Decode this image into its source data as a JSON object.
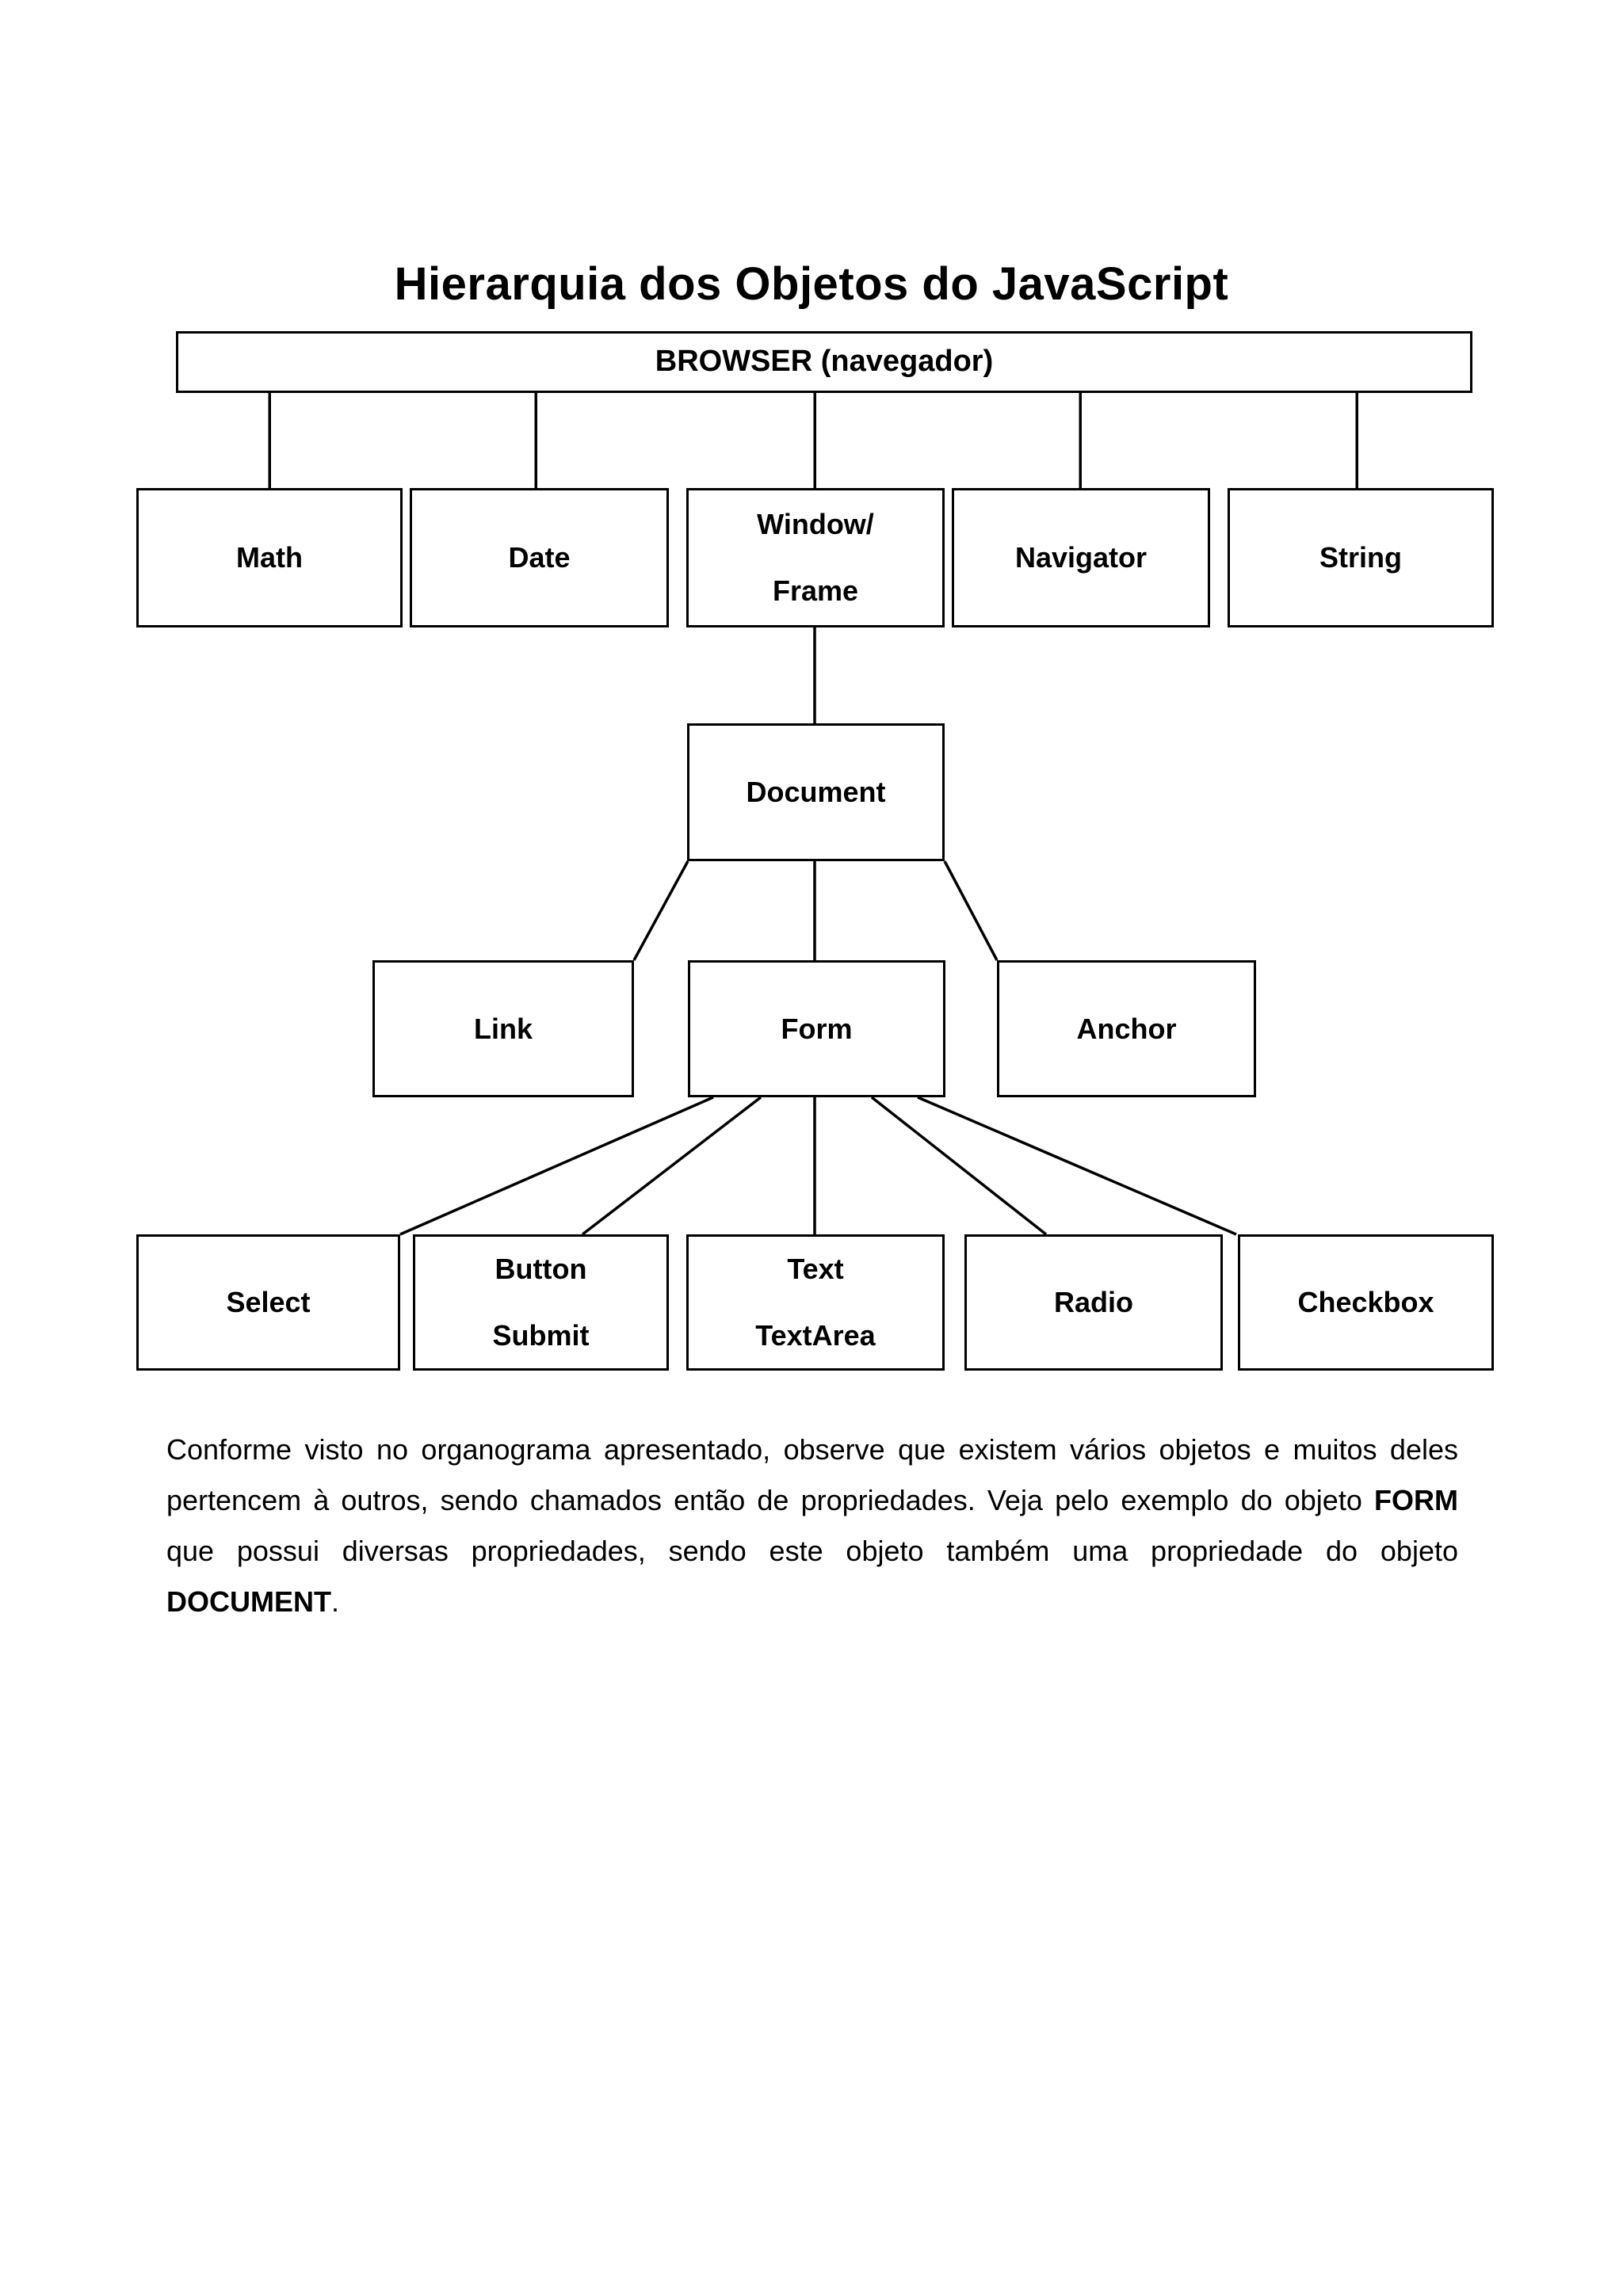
{
  "document": {
    "title": "Hierarquia dos Objetos do JavaScript",
    "language": "pt-BR",
    "background_color": "#ffffff",
    "text_color": "#000000"
  },
  "diagram": {
    "type": "organogram",
    "root": {
      "id": "browser",
      "label": "BROWSER (navegador)"
    },
    "level1": [
      {
        "id": "math",
        "label": "Math"
      },
      {
        "id": "date",
        "label": "Date"
      },
      {
        "id": "windowframe",
        "label_line1": "Window/",
        "label_line2": "Frame"
      },
      {
        "id": "navigator",
        "label": "Navigator"
      },
      {
        "id": "string",
        "label": "String"
      }
    ],
    "level2": [
      {
        "id": "document",
        "label": "Document"
      }
    ],
    "level3": [
      {
        "id": "link",
        "label": "Link"
      },
      {
        "id": "form",
        "label": "Form"
      },
      {
        "id": "anchor",
        "label": "Anchor"
      }
    ],
    "level4": [
      {
        "id": "select",
        "label": "Select"
      },
      {
        "id": "button",
        "label_line1": "Button",
        "label_line2": "Submit"
      },
      {
        "id": "text",
        "label_line1": "Text",
        "label_line2": "TextArea"
      },
      {
        "id": "radio",
        "label": "Radio"
      },
      {
        "id": "checkbox",
        "label": "Checkbox"
      }
    ],
    "edges": [
      "browser->math",
      "browser->date",
      "browser->windowframe",
      "browser->navigator",
      "browser->string",
      "windowframe->document",
      "document->link",
      "document->form",
      "document->anchor",
      "form->select",
      "form->button",
      "form->text",
      "form->radio",
      "form->checkbox"
    ]
  },
  "paragraph": {
    "part1": "Conforme visto no organograma apresentado, observe que existem vários objetos e muitos deles pertencem à outros, sendo chamados então de propriedades. Veja pelo exemplo do objeto ",
    "bold1": "FORM",
    "part2": " que possui diversas propriedades, sendo este objeto também uma propriedade do objeto ",
    "bold2": "DOCUMENT",
    "part3": "."
  }
}
